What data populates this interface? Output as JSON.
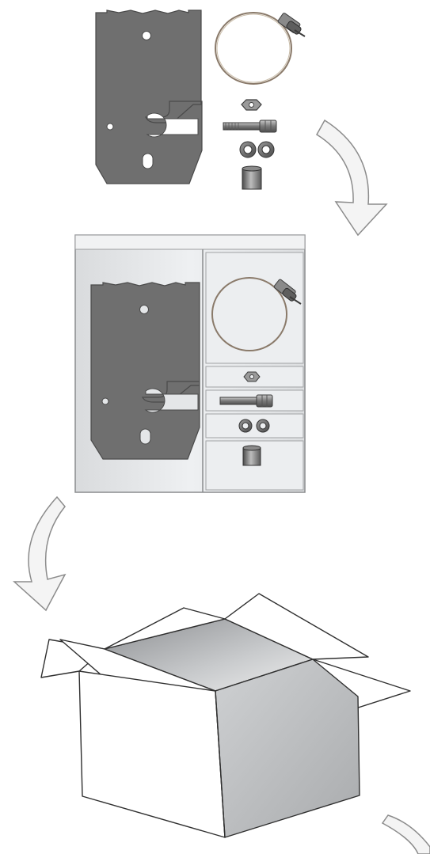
{
  "diagram": {
    "steps": [
      {
        "name": "loose-parts",
        "description": ""
      },
      {
        "name": "packaged-in-tray",
        "description": ""
      },
      {
        "name": "open-shipping-box",
        "description": ""
      }
    ],
    "parts": [
      "mounting-bracket-plate",
      "hose-clamp",
      "hex-nut",
      "hex-bolt",
      "flat-washer",
      "flat-washer",
      "spacer-sleeve"
    ],
    "colors": {
      "steel": "#6f6f6f",
      "steel_edge": "#4a4a4a",
      "tray": "#e4e6e8",
      "tray_edge": "#8a8c8e",
      "box_outline": "#2f2f2f",
      "arrow_fill": "#f4f4f4",
      "arrow_edge": "#8c8c8c"
    }
  }
}
